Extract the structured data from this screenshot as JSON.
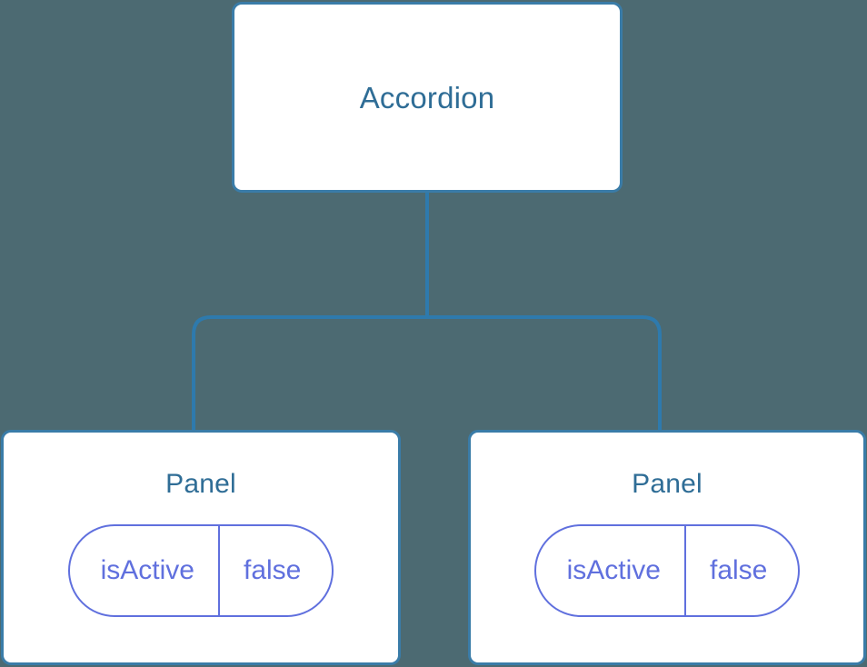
{
  "canvas": {
    "background_color": "#4c6a72",
    "node_border_color": "#3a7ca8",
    "node_fill_color": "#ffffff",
    "node_text_color": "#2f6d96",
    "connector_color": "#2e7aad",
    "state_accent_color": "#6070de"
  },
  "tree": {
    "root": {
      "label": "Accordion"
    },
    "children": [
      {
        "label": "Panel",
        "state": {
          "key": "isActive",
          "value": "false"
        }
      },
      {
        "label": "Panel",
        "state": {
          "key": "isActive",
          "value": "false"
        }
      }
    ]
  }
}
